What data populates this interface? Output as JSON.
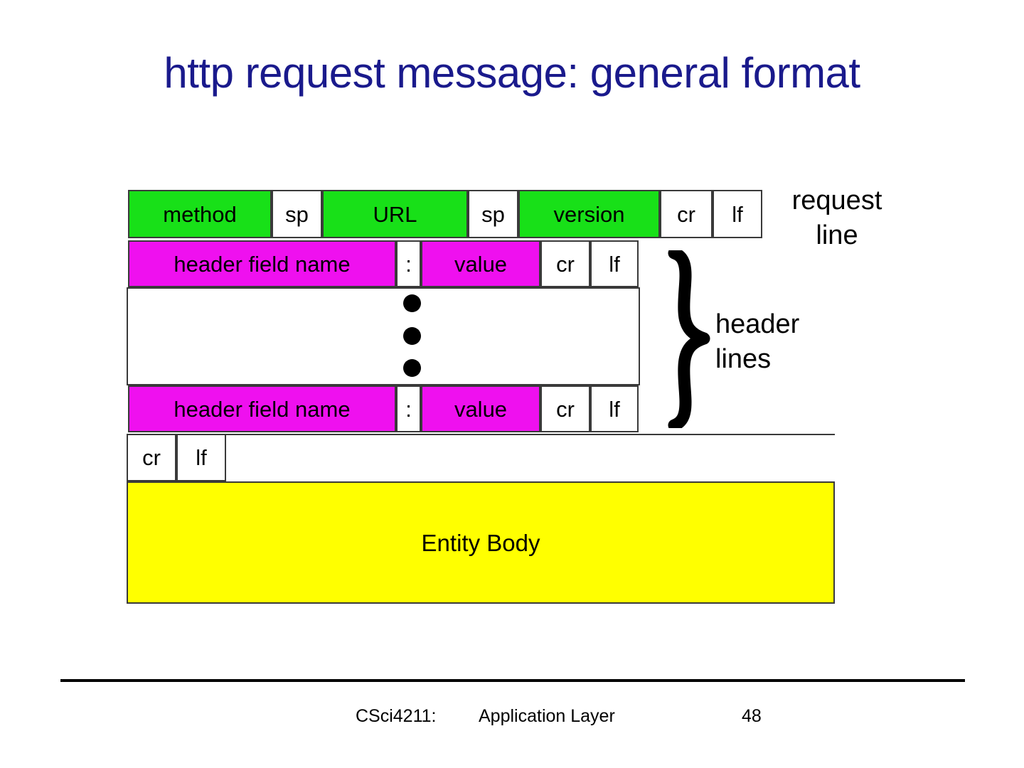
{
  "slide": {
    "title": "http request message: general format",
    "title_color": "#1a1a8c"
  },
  "diagram": {
    "colors": {
      "request_line_fill": "#18e018",
      "header_fill": "#ef10ef",
      "entity_body_fill": "#ffff00",
      "blank_fill": "#ffffff",
      "border": "#3a3a3a"
    },
    "request_line": {
      "cells": [
        {
          "label": "method",
          "fill": "green"
        },
        {
          "label": "sp",
          "fill": "plain"
        },
        {
          "label": "URL",
          "fill": "green"
        },
        {
          "label": "sp",
          "fill": "plain"
        },
        {
          "label": "version",
          "fill": "green"
        },
        {
          "label": "cr",
          "fill": "plain"
        },
        {
          "label": "lf",
          "fill": "plain"
        }
      ]
    },
    "header_line_first": {
      "cells": [
        {
          "label": "header field name",
          "fill": "magenta"
        },
        {
          "label": ":",
          "fill": "plain"
        },
        {
          "label": "value",
          "fill": "magenta"
        },
        {
          "label": "cr",
          "fill": "plain"
        },
        {
          "label": "lf",
          "fill": "plain"
        }
      ]
    },
    "ellipsis": {
      "dots": 3
    },
    "header_line_last": {
      "cells": [
        {
          "label": "header field name",
          "fill": "magenta"
        },
        {
          "label": ":",
          "fill": "plain"
        },
        {
          "label": "value",
          "fill": "magenta"
        },
        {
          "label": "cr",
          "fill": "plain"
        },
        {
          "label": "lf",
          "fill": "plain"
        }
      ]
    },
    "blank_line": {
      "cells": [
        {
          "label": "cr",
          "fill": "plain"
        },
        {
          "label": "lf",
          "fill": "plain"
        },
        {
          "label": "",
          "fill": "plain"
        }
      ]
    },
    "entity_body": {
      "label": "Entity Body",
      "fill": "yellow"
    },
    "annotations": {
      "request_line": "request\nline",
      "header_lines": "header\nlines",
      "brace_icon": "curly-brace-icon"
    }
  },
  "footer": {
    "course": "CSci4211:",
    "section": "Application Layer",
    "page": "48"
  }
}
